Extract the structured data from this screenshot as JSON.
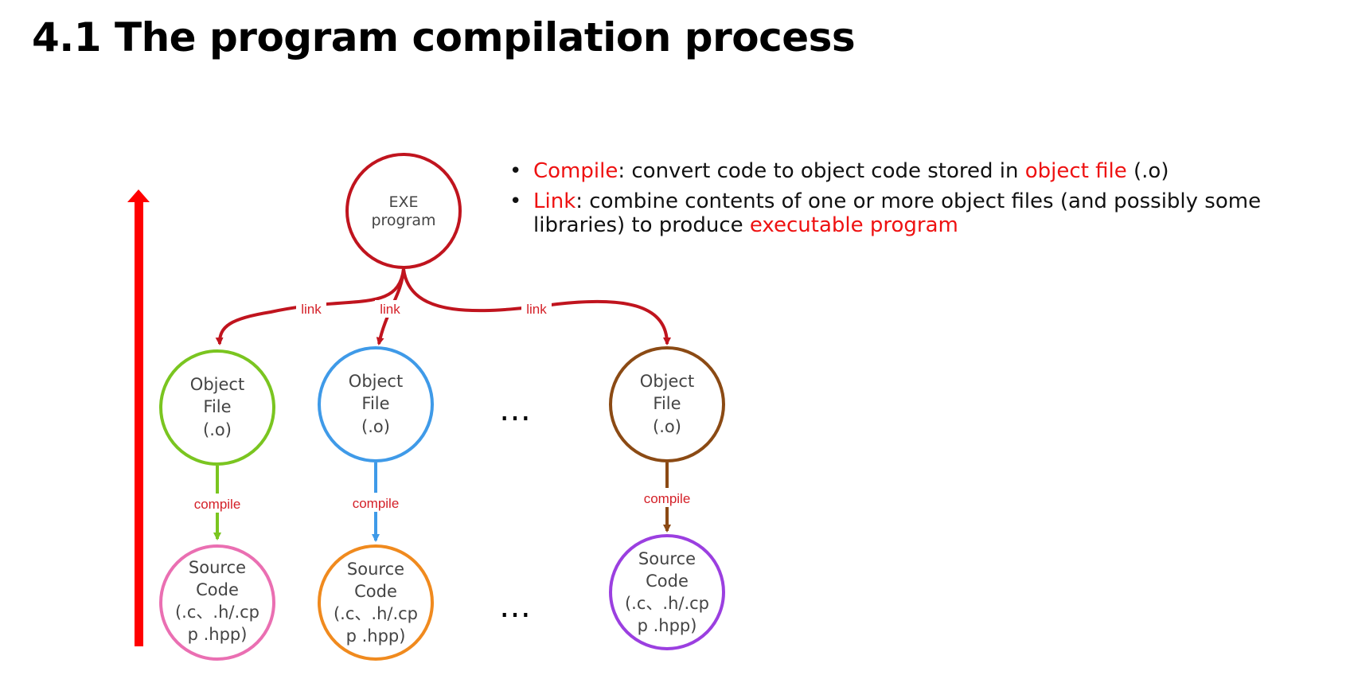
{
  "title": "4.1 The program compilation process",
  "bullets": [
    {
      "term": "Compile",
      "pre": ": convert code to object code stored in ",
      "highlight": "object file",
      "post": " (.o)"
    },
    {
      "term": "Link",
      "pre": ": combine contents of one or more object files (and possibly some libraries) to produce ",
      "highlight": "executable program",
      "post": ""
    }
  ],
  "diagram": {
    "exe": {
      "line1": "EXE",
      "line2": "program"
    },
    "link_label": "link",
    "compile_label": "compile",
    "ellipsis": "…",
    "object_file": {
      "line1": "Object",
      "line2": "File",
      "line3": "(.o)"
    },
    "source_code": {
      "line1": "Source",
      "line2": "Code",
      "line3": "(.c、.h/.cp",
      "line4": "p  .hpp)"
    },
    "colors": {
      "exe": "#c0141e",
      "link_arrow": "#c0141e",
      "progress_arrow": "#ff0000",
      "object_1": "#7ac520",
      "object_2": "#3f9ae8",
      "object_3": "#8b4a14",
      "source_1": "#ea6fb2",
      "source_2": "#f08a1e",
      "source_3": "#9b3fe0",
      "label_red": "#d42028"
    }
  }
}
